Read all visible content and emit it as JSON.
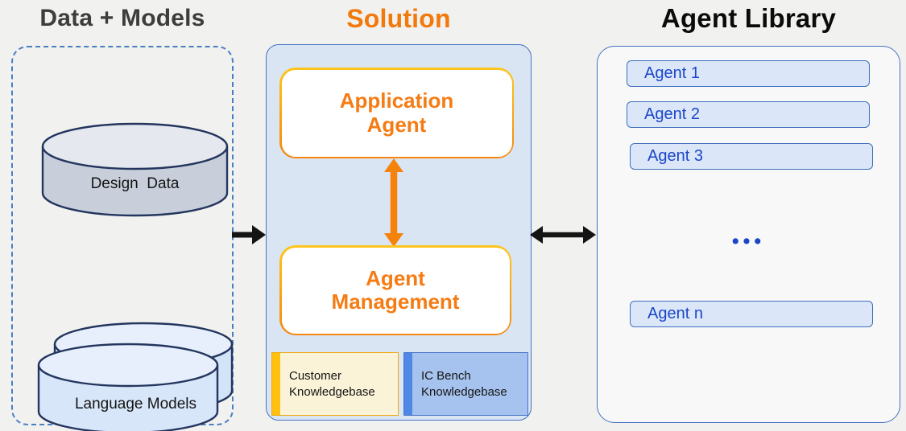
{
  "diagram": {
    "data_models": {
      "title": "Data + Models",
      "design_data_label": "Design  Data",
      "language_models_label": "Language Models"
    },
    "solution": {
      "title": "Solution",
      "application_agent_label": "Application Agent",
      "agent_management_label": "Agent Management",
      "customer_kb_label": "Customer Knowledgebase",
      "ic_bench_kb_label": "IC Bench Knowledgebase"
    },
    "agent_library": {
      "title": "Agent Library",
      "agents": [
        "Agent 1",
        "Agent 2",
        "Agent 3"
      ],
      "ellipsis": "•••",
      "agent_n_label": "Agent n"
    },
    "colors": {
      "orange_accent": "#F5820B",
      "orange_text": "#F57C14",
      "gold_bar": "#FFC010",
      "blue_border": "#4472C4",
      "chip_fill": "#DBE7F8",
      "chip_text_blue": "#1B46C8",
      "navy_cylinder_outline": "#24365E",
      "solution_panel_fill": "#DAE5F4",
      "kb_cream_fill": "#FAF3D8",
      "kb_blue_fill": "#A5C3EE",
      "kb_blue_bar": "#4E87E5",
      "arrow_black": "#141414",
      "title_gray": "#3D3D3D",
      "dashed_border_blue": "#4A7EC4"
    }
  }
}
